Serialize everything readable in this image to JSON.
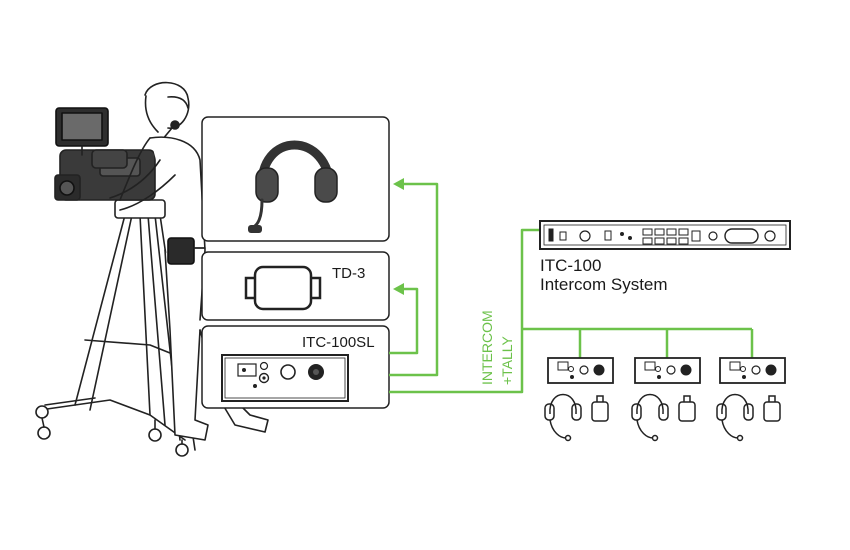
{
  "labels": {
    "td3": "TD-3",
    "itc100sl": "ITC-100SL",
    "itc100_model": "ITC-100",
    "itc100_desc": "Intercom System",
    "intercom": "INTERCOM",
    "tally": "+TALLY"
  },
  "colors": {
    "wire": "#6cc24a",
    "outline": "#222222",
    "device_dark": "#333333"
  },
  "icons": [
    "camera-operator-icon",
    "headset-icon",
    "tally-box-icon",
    "beltpack-icon",
    "rack-unit-icon",
    "tally-light-icon"
  ]
}
